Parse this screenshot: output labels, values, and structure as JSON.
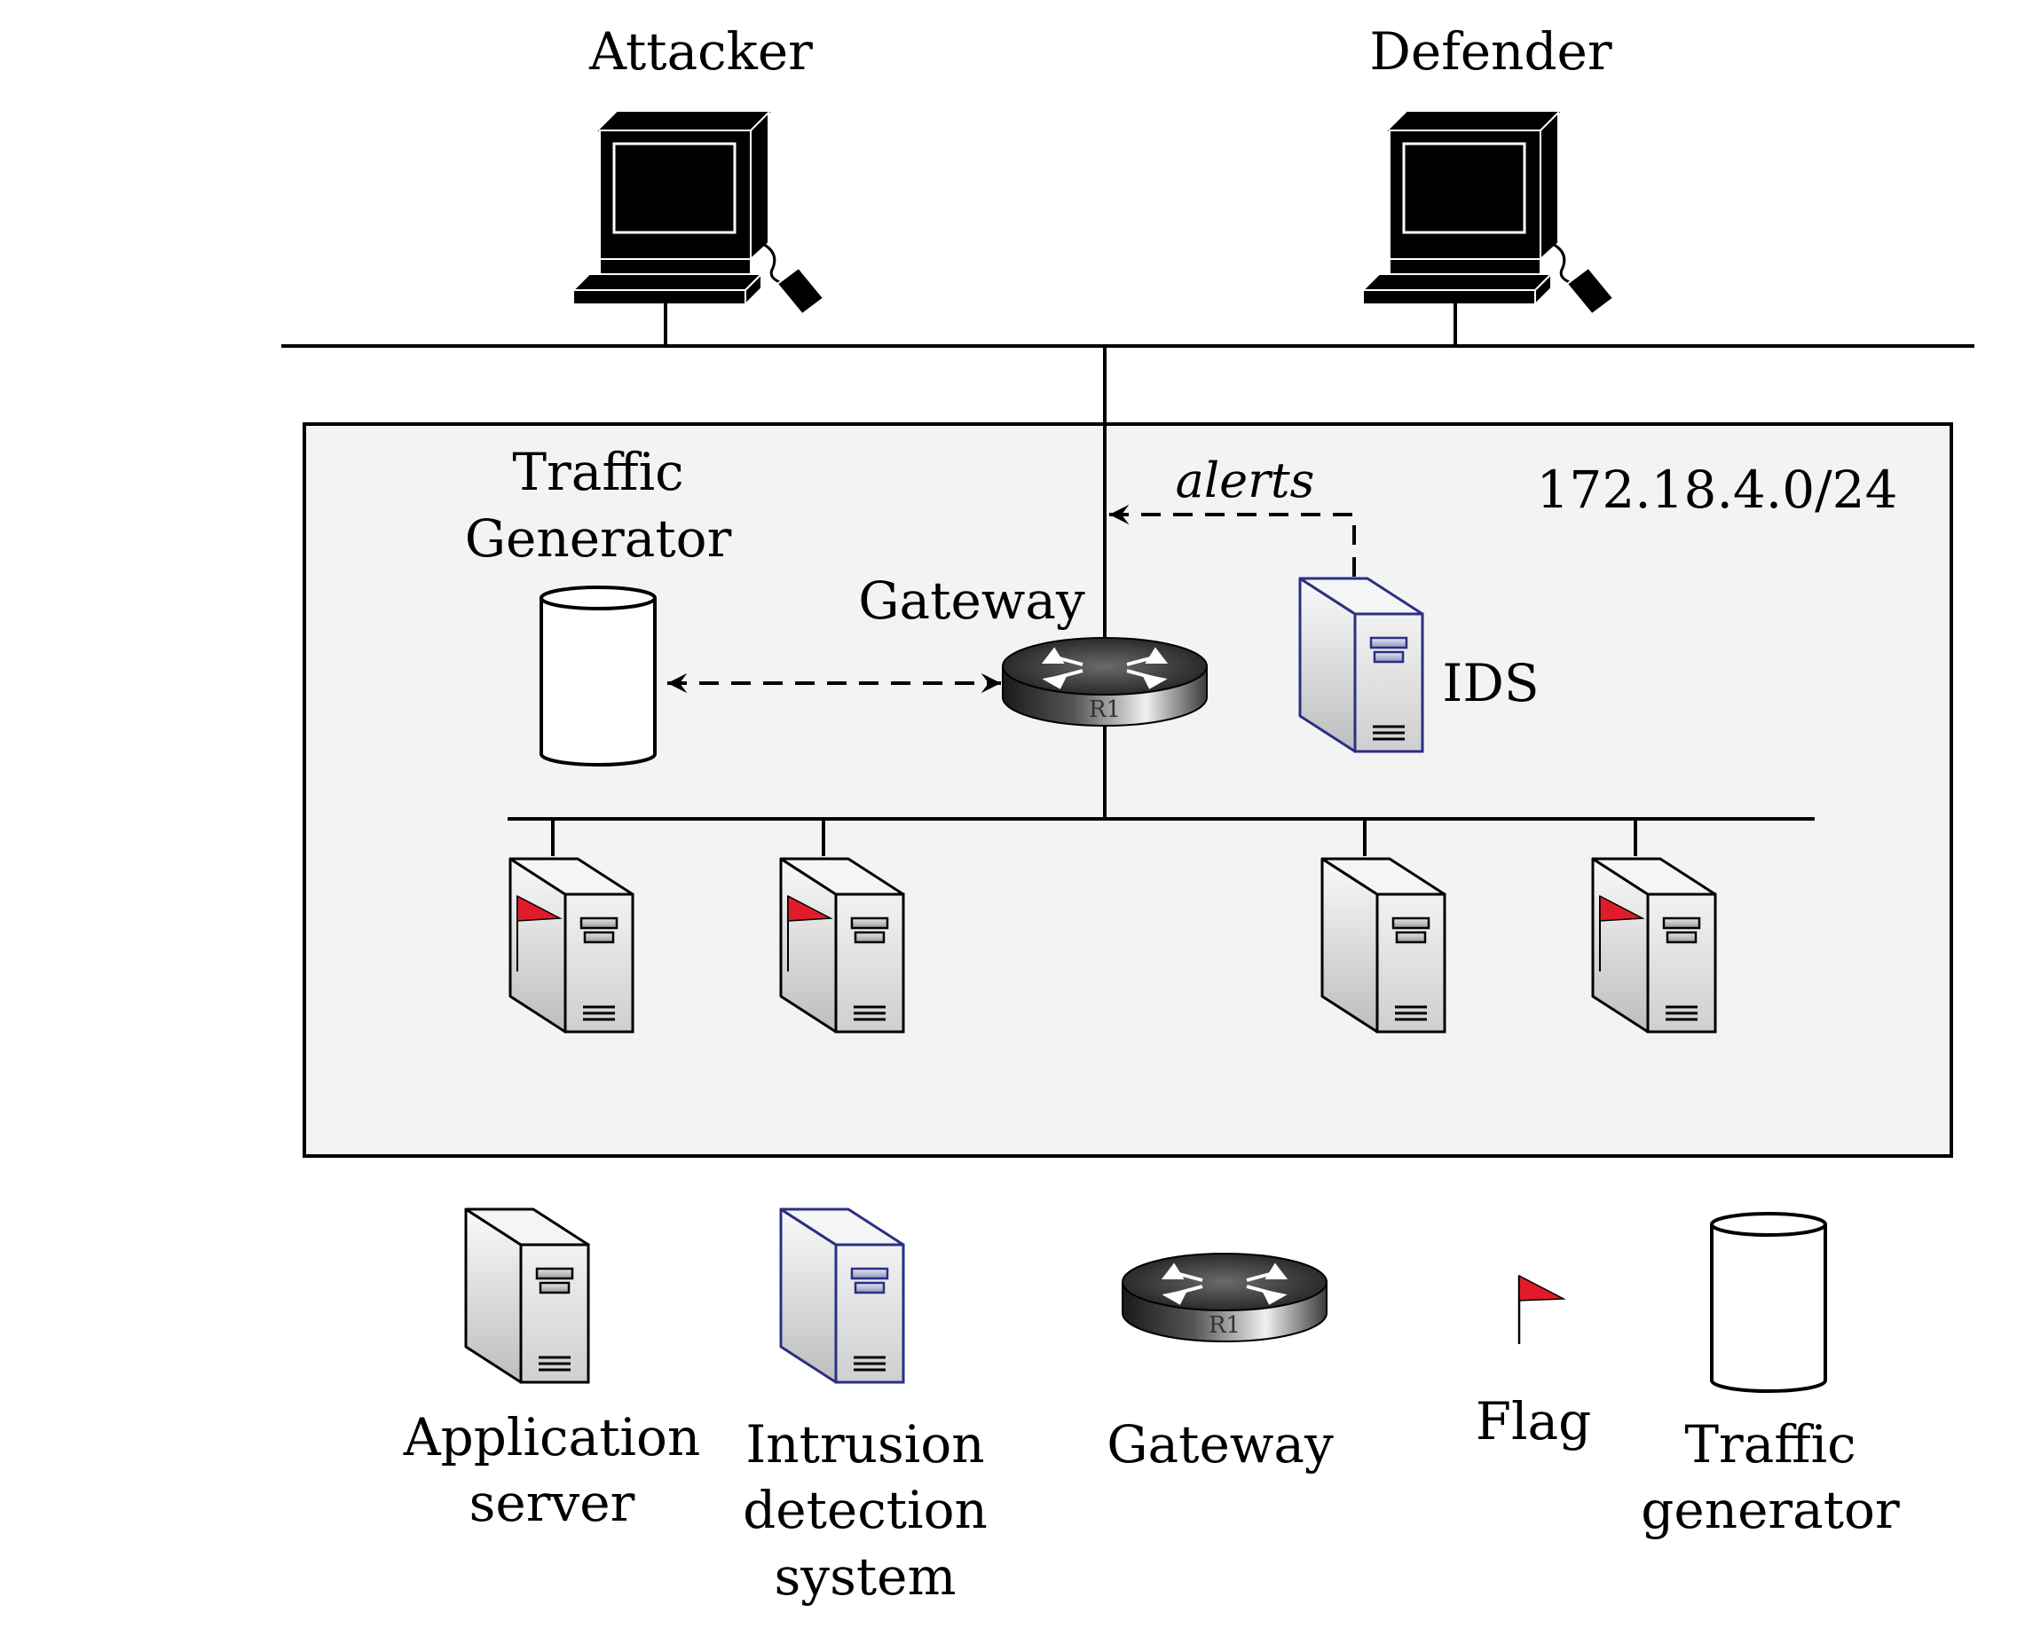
{
  "top": {
    "attacker_label": "Attacker",
    "defender_label": "Defender"
  },
  "subnet": {
    "cidr": "172.18.4.0/24",
    "traffic_generator_label_line1": "Traffic",
    "traffic_generator_label_line2": "Generator",
    "gateway_label": "Gateway",
    "router_tag": "R1",
    "ids_label": "IDS",
    "alerts_label": "alerts",
    "servers_with_flag": [
      true,
      true,
      false,
      true
    ]
  },
  "legend": {
    "application_server_line1": "Application",
    "application_server_line2": "server",
    "ids_line1": "Intrusion",
    "ids_line2": "detection",
    "ids_line3": "system",
    "gateway": "Gateway",
    "router_tag": "R1",
    "flag": "Flag",
    "traffic_generator_line1": "Traffic",
    "traffic_generator_line2": "generator"
  },
  "colors": {
    "subnet_fill": "#f3f3f3",
    "ids_outline": "#2b2f85",
    "flag_red": "#e01c2a"
  }
}
